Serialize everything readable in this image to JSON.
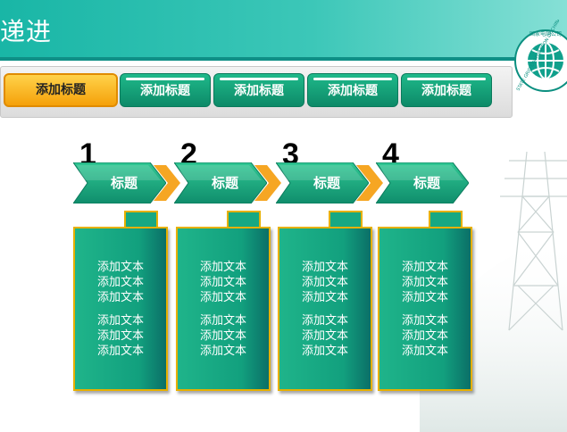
{
  "header": {
    "title": "递进"
  },
  "logo": {
    "text": "国家电网公司",
    "subtext": "STATE GRID CORPORATION OF CHINA"
  },
  "nav": {
    "tabs": [
      {
        "label": "添加标题",
        "active": true
      },
      {
        "label": "添加标题",
        "active": false
      },
      {
        "label": "添加标题",
        "active": false
      },
      {
        "label": "添加标题",
        "active": false
      },
      {
        "label": "添加标题",
        "active": false
      }
    ]
  },
  "steps": [
    {
      "number": "1",
      "title": "标题",
      "lines_a": [
        "添加文本",
        "添加文本",
        "添加文本"
      ],
      "lines_b": [
        "添加文本",
        "添加文本",
        "添加文本"
      ]
    },
    {
      "number": "2",
      "title": "标题",
      "lines_a": [
        "添加文本",
        "添加文本",
        "添加文本"
      ],
      "lines_b": [
        "添加文本",
        "添加文本",
        "添加文本"
      ]
    },
    {
      "number": "3",
      "title": "标题",
      "lines_a": [
        "添加文本",
        "添加文本",
        "添加文本"
      ],
      "lines_b": [
        "添加文本",
        "添加文本",
        "添加文本"
      ]
    },
    {
      "number": "4",
      "title": "标题",
      "lines_a": [
        "添加文本",
        "添加文本",
        "添加文本"
      ],
      "lines_b": [
        "添加文本",
        "添加文本",
        "添加文本"
      ]
    }
  ],
  "colors": {
    "header": "#19b6a6",
    "green": "#15a882",
    "accent": "#f5a10a",
    "border": "#e7b000"
  }
}
